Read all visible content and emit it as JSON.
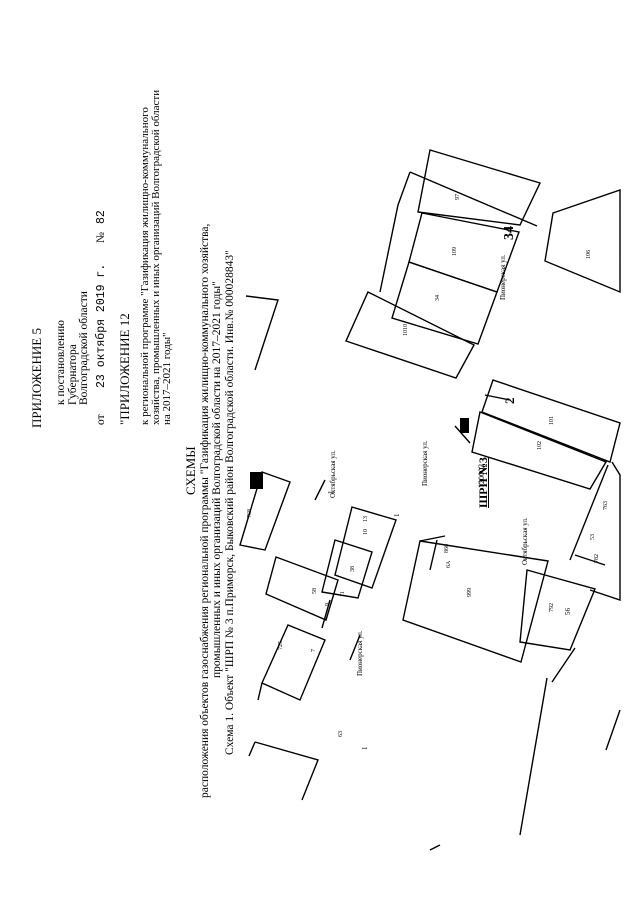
{
  "header": {
    "appendix5": "ПРИЛОЖЕНИЕ 5",
    "to_decree": "к постановлению",
    "governor": "Губернатора",
    "region": "Волгоградской области",
    "date_prefix": "от",
    "date_value": "23 октября 2019 г.",
    "number_sign": "№",
    "number_value": "82",
    "appendix12": "\"ПРИЛОЖЕНИЕ 12",
    "program_line1": "к региональной программе \"Газификация жилищно-коммунального",
    "program_line2": "хозяйства, промышленных и иных организаций Волгоградской области",
    "program_line3": "на 2017–2021 годы\""
  },
  "title": {
    "schemes": "СХЕМЫ",
    "line1": "расположения объектов газоснабжения региональной программы \"Газификация жилищно-коммунального хозяйства,",
    "line2": "промышленных и иных организаций Волгоградской области на 2017–2021 годы\"",
    "line3": "Схема 1. Объект \"ШРП № 3 п.Приморск, Быковский район Волгоградской области. Инв.№ 000028843\""
  },
  "map": {
    "streets": [
      "Октябрьская ул.",
      "Пионерская ул.",
      "Октябрьская ул.",
      "Пионерская ул.",
      "Пионерская ул."
    ],
    "object_label": "ШРП №3",
    "object_code": "120003",
    "big_numbers": [
      "34",
      "2"
    ],
    "plots": [
      "97",
      "109",
      "34",
      "1010",
      "106",
      "101",
      "102",
      "763",
      "53",
      "782",
      "768",
      "10",
      "13",
      "38",
      "58",
      "11",
      "9",
      "725",
      "7",
      "866",
      "6A",
      "999",
      "792",
      "56",
      "63",
      "1",
      "1",
      "1"
    ]
  }
}
